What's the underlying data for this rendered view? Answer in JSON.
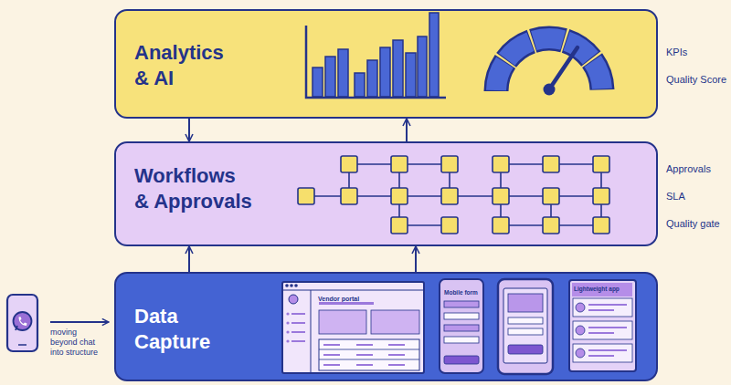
{
  "diagram": {
    "nodes": [
      {
        "text": [
          "Analytics & AI"
        ]
      },
      {
        "text": [
          "Workflows & Approvals"
        ]
      },
      {
        "text": [
          "Data Capture"
        ]
      },
      {
        "text": [
          "Vendor portal"
        ],
        "in": 2
      },
      {
        "text": [
          "Mobile form"
        ],
        "in": 2
      },
      {
        "text": [
          "Lightweight app"
        ],
        "in": 2
      }
    ],
    "edges": [
      {
        "from": 0,
        "to": 1,
        "arrow": "to"
      },
      {
        "from": 1,
        "to": 0,
        "arrow": "to"
      },
      {
        "from": 2,
        "to": 1,
        "arrow": "to"
      },
      {
        "from": 2,
        "to": 1,
        "arrow": "to"
      }
    ],
    "labels": [
      "KPIs",
      "Quality Score",
      "Approvals",
      "SLA",
      "Quality gate",
      "moving beyond chat into structure"
    ]
  }
}
